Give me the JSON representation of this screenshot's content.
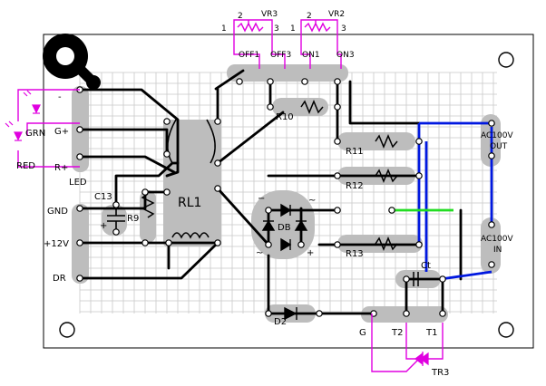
{
  "labels": {
    "vr3": "VR3",
    "vr2": "VR2",
    "vr3_pin1": "1",
    "vr3_pin2": "2",
    "vr3_pin3": "3",
    "vr2_pin1": "1",
    "vr2_pin2": "2",
    "vr2_pin3": "3",
    "off1": "OFF1",
    "off3": "OFF3",
    "on1": "ON1",
    "on3": "ON3",
    "r10": "R10",
    "r11": "R11",
    "r12": "R12",
    "r13": "R13",
    "rl1": "RL1",
    "c13": "C13",
    "r9": "R9",
    "db": "DB",
    "d2": "D2",
    "ct": "Ct",
    "g": "G",
    "t2": "T2",
    "t1": "T1",
    "tr3": "TR3",
    "ac_out_1": "AC100V",
    "ac_out_2": "OUT",
    "ac_in_1": "AC100V",
    "ac_in_2": "IN",
    "minus": "-",
    "g_plus": "G+",
    "r_plus": "R+",
    "led": "LED",
    "grn": "GRN",
    "red": "RED",
    "gnd": "GND",
    "v12": "+12V",
    "dr": "DR",
    "db_minus": "−",
    "db_plus": "+",
    "db_ac1": "~",
    "db_ac2": "~",
    "c13_plus": "+"
  },
  "colors": {
    "board": "#ffffff",
    "grid": "#c8c8c8",
    "pad": "#bdbdbd",
    "wire": "#000000",
    "ac_wire": "#0018e0",
    "green_wire": "#22dd22",
    "overlay": "#e000e0"
  }
}
